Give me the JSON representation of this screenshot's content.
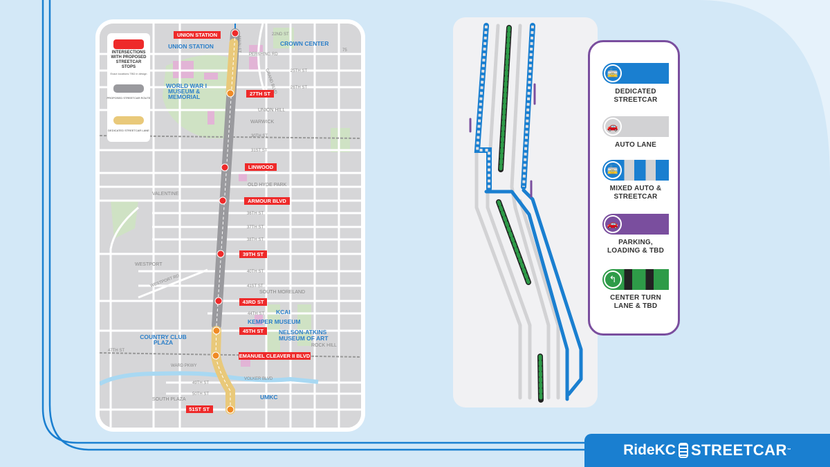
{
  "colors": {
    "background": "#d3e8f7",
    "streetcar_blue": "#1a7fd0",
    "stop_red": "#ee2a2a",
    "stop_orange": "#f08a24",
    "dedicated_lane": "#e9c97a",
    "parking_purple": "#7a4e9e",
    "turn_green": "#2e9b48"
  },
  "map": {
    "legend": {
      "stops_label": "INTERSECTIONS WITH PROPOSED STREETCAR STOPS",
      "stops_note": "Exact locations TBD in design",
      "route_label": "PROPOSED STREETCAR ROUTE",
      "lane_label": "DEDICATED STREETCAR LANE"
    },
    "stops": [
      {
        "label": "UNION STATION",
        "type": "red"
      },
      {
        "label": "27TH ST",
        "type": "orange"
      },
      {
        "label": "LINWOOD",
        "type": "red"
      },
      {
        "label": "ARMOUR BLVD",
        "type": "red"
      },
      {
        "label": "39TH ST",
        "type": "red"
      },
      {
        "label": "43RD ST",
        "type": "red"
      },
      {
        "label": "45TH ST",
        "type": "orange"
      },
      {
        "label": "EMANUEL CLEAVER II BLVD",
        "type": "orange"
      },
      {
        "label": "51ST ST",
        "type": "orange"
      }
    ],
    "landmarks": [
      "UNION STATION",
      "CROWN CENTER",
      "WORLD WAR I",
      "MUSEUM &",
      "MEMORIAL",
      "COUNTRY CLUB",
      "PLAZA",
      "KCAI",
      "KEMPER MUSEUM",
      "NELSON-ATKINS",
      "MUSEUM OF ART",
      "UMKC"
    ],
    "neighborhoods": [
      "UNION HILL",
      "WARWICK",
      "OLD HYDE PARK",
      "VALENTINE",
      "WESTPORT",
      "SOUTH MORELAND",
      "ROCK HILL",
      "SOUTH PLAZA"
    ],
    "streets": [
      "MAIN ST",
      "22ND ST",
      "PERSHING RD",
      "25TH ST",
      "GRAND BLVD",
      "26TH ST",
      "30TH ST",
      "31ST ST",
      "36TH ST",
      "37TH ST",
      "38TH ST",
      "WESTPORT RD",
      "40TH ST",
      "41ST ST",
      "44TH ST",
      "47TH ST",
      "WARD PKWY",
      "VOLKER BLVD",
      "49TH ST",
      "50TH ST",
      "75"
    ]
  },
  "lane_legend": [
    {
      "label": "DEDICATED STREETCAR",
      "icon": "streetcar-icon"
    },
    {
      "label": "AUTO LANE",
      "icon": "car-icon"
    },
    {
      "label": "MIXED AUTO & STREETCAR",
      "icon": "streetcar-car-icon"
    },
    {
      "label": "PARKING, LOADING & TBD",
      "icon": "parking-person-car-icon"
    },
    {
      "label": "CENTER TURN LANE & TBD",
      "icon": "left-turn-arrow-icon"
    }
  ],
  "logo": {
    "ride": "RideKC",
    "streetcar": "STREETCAR",
    "tm": "™"
  }
}
